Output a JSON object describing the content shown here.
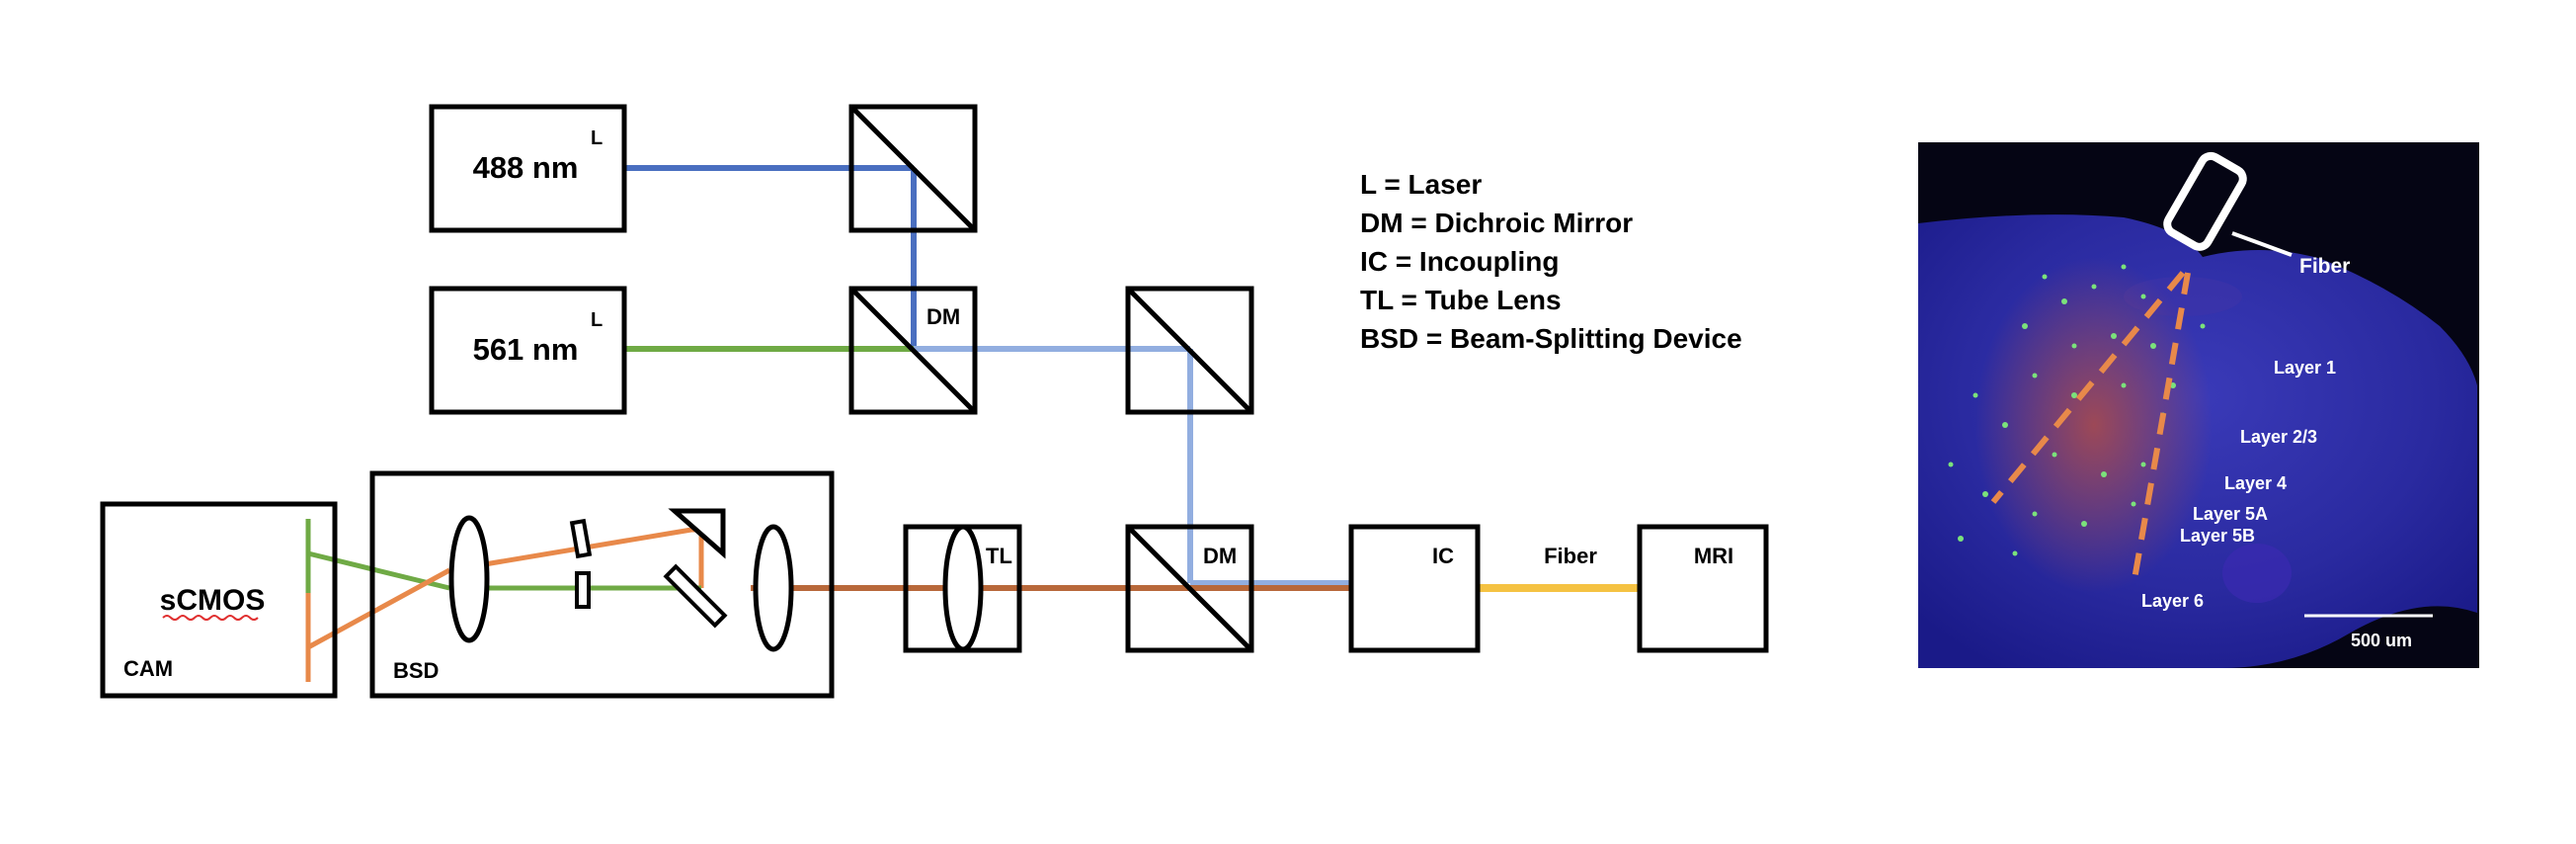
{
  "colors": {
    "blue_488": "#4a6fc0",
    "green_561": "#6faa45",
    "combined": "#92aee0",
    "orange": "#e8894a",
    "brown_mixed": "#b8683a",
    "fiber_yellow": "#f5c242",
    "micrograph_bg": "#0a0a7a"
  },
  "lasers": [
    {
      "label": "488 nm",
      "tag": "L"
    },
    {
      "label": "561 nm",
      "tag": "L"
    }
  ],
  "optics": {
    "dm_upper": "DM",
    "dm_lower": "DM",
    "tube_lens": "TL",
    "incoupling": "IC",
    "fiber_label": "Fiber",
    "mri": "MRI",
    "camera_sensor": "sCMOS",
    "camera_tag": "CAM",
    "bsd_tag": "BSD"
  },
  "legend": [
    "L = Laser",
    "DM = Dichroic Mirror",
    "IC = Incoupling",
    "TL = Tube Lens",
    "BSD = Beam-Splitting Device"
  ],
  "micrograph": {
    "fiber_label": "Fiber",
    "layers": [
      "Layer 1",
      "Layer 2/3",
      "Layer 4",
      "Layer 5A",
      "Layer 5B",
      "Layer 6"
    ],
    "scale_bar_label": "500 um",
    "icon": "fiber-probe-icon"
  }
}
